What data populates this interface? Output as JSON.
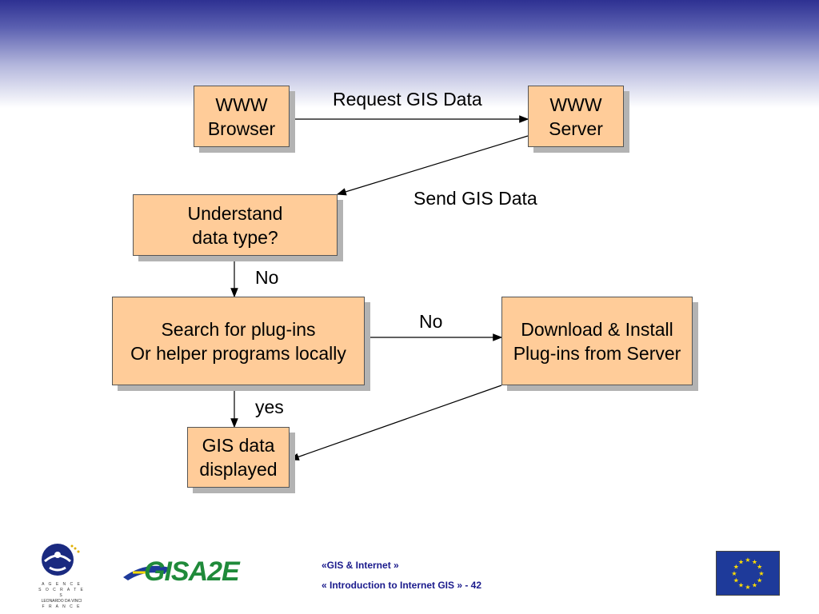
{
  "slide": {
    "boxes": {
      "www_browser": [
        "WWW",
        "Browser"
      ],
      "www_server": [
        "WWW",
        "Server"
      ],
      "understand": [
        "Understand",
        "data type?"
      ],
      "search": [
        "Search for plug-ins",
        "Or helper programs locally"
      ],
      "download": [
        "Download & Install",
        "Plug-ins from Server"
      ],
      "displayed": [
        "GIS data",
        "displayed"
      ]
    },
    "labels": {
      "request": "Request GIS Data",
      "send": "Send GIS Data",
      "no_down": "No",
      "no_right": "No",
      "yes": "yes"
    }
  },
  "footer": {
    "line1": "«GIS  & Internet »",
    "line2": "« Introduction to Internet GIS » - 42",
    "agency_text": [
      "A G E N C E",
      "S O C R A T E S",
      "LEONARDO DA VINCI",
      "F R A N C E"
    ],
    "gisa_logo_text": "GISA2E"
  },
  "colors": {
    "box_fill": "#ffcc99",
    "shadow": "#b3b3b3",
    "header_blue": "#2e3192",
    "eu_blue": "#1e3a9a",
    "eu_star": "#ffdd00"
  }
}
